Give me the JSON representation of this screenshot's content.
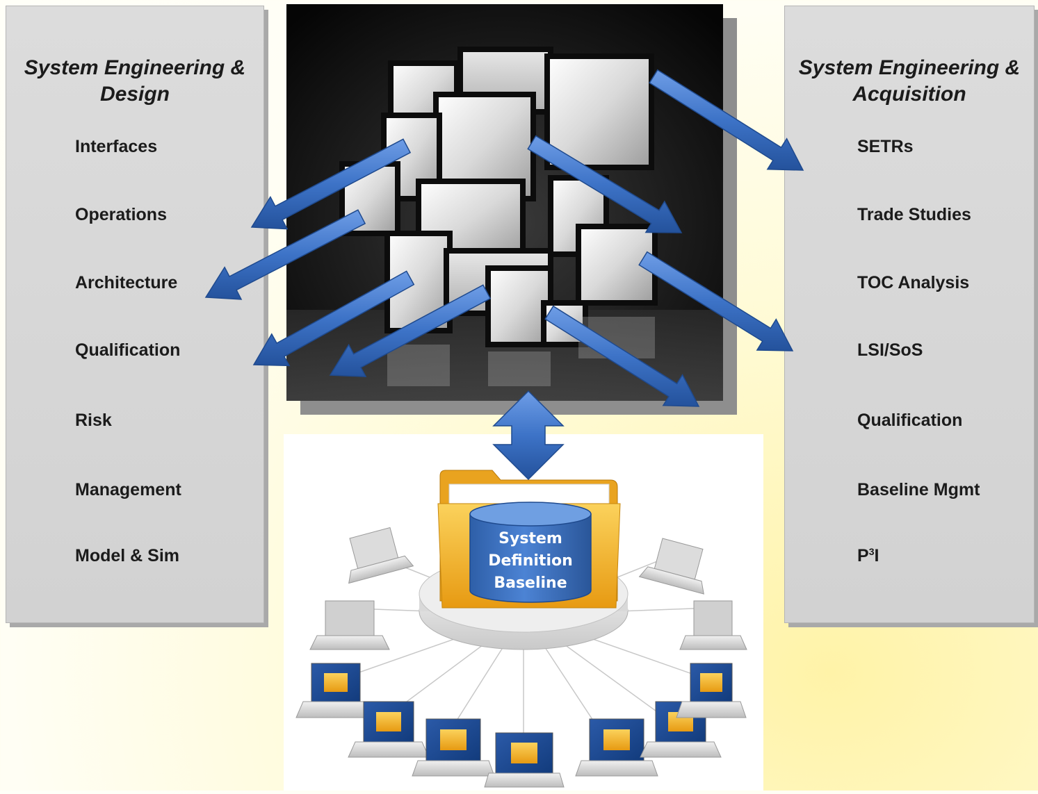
{
  "left_panel": {
    "title_line1": "System Engineering &",
    "title_line2": "Design",
    "items": [
      "Interfaces",
      "Operations",
      "Architecture",
      "Qualification",
      "Risk",
      "Management",
      "Model & Sim"
    ]
  },
  "right_panel": {
    "title_line1": "System Engineering &",
    "title_line2": "Acquisition",
    "items": [
      "SETRs",
      "Trade Studies",
      "TOC Analysis",
      "LSI/SoS",
      "Qualification",
      "Baseline Mgmt"
    ],
    "last_item": {
      "base": "P",
      "sup": "3",
      "tail": "I"
    }
  },
  "database": {
    "line1": "System",
    "line2": "Definition",
    "line3": "Baseline"
  },
  "colors": {
    "arrow_blue": "#3d73c7",
    "folder_yellow": "#f4b731",
    "panel_gray": "#d6d6d6"
  },
  "icons": [
    "cube-image",
    "double-arrow-icon",
    "folder-icon",
    "database-icon",
    "laptop-icon"
  ]
}
